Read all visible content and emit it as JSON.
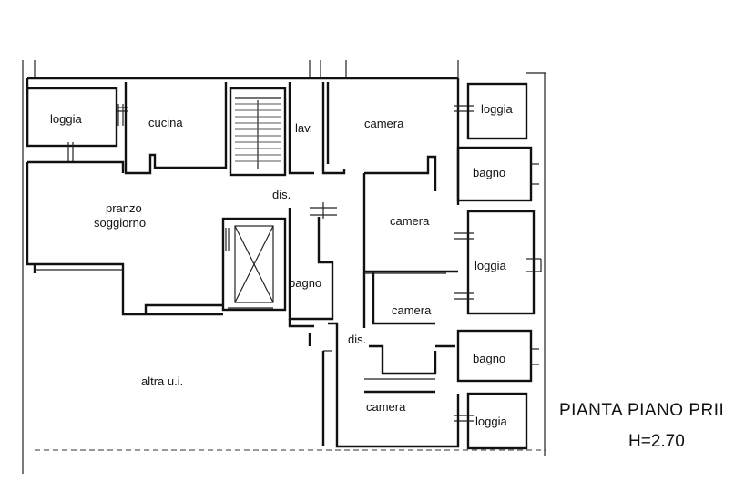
{
  "rooms": {
    "loggia_nw": "loggia",
    "cucina": "cucina",
    "lav": "lav.",
    "camera_1": "camera",
    "loggia_e1": "loggia",
    "bagno_e1": "bagno",
    "pranzo": "pranzo",
    "soggiorno": "soggiorno",
    "dis_1": "dis.",
    "camera_2": "camera",
    "loggia_e2": "loggia",
    "bagno_c": "bagno",
    "camera_3": "camera",
    "dis_2": "dis.",
    "bagno_e2": "bagno",
    "altra": "altra u.i.",
    "camera_4": "camera",
    "loggia_e3": "loggia"
  },
  "caption": {
    "title": "PIANTA PIANO PRII",
    "height": "H=2.70"
  }
}
